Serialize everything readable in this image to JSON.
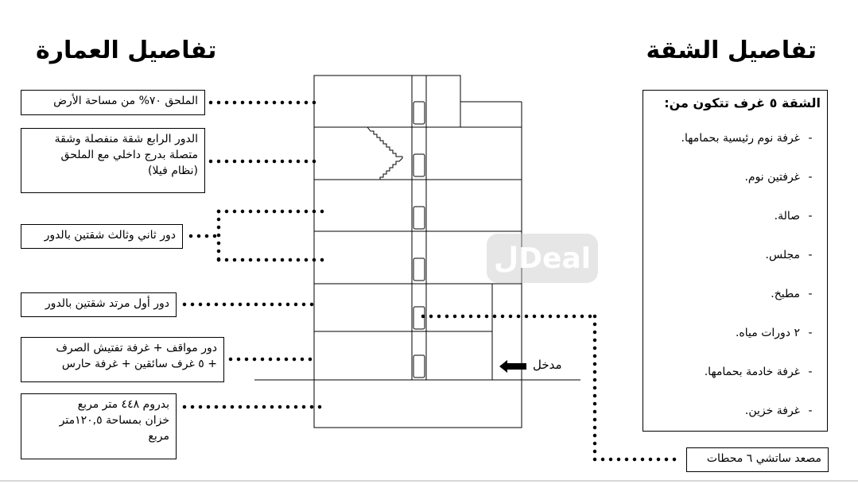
{
  "titles": {
    "building": "تفاصيل العمارة",
    "apartment": "تفاصيل الشقة"
  },
  "building_labels": {
    "annex": "الملحق ٧٠% من مساحة الأرض",
    "fourth": [
      "الدور الرابع شقة منفصلة وشقة",
      "متصلة بدرج داخلي مع الملحق",
      "(نظام فيلا)"
    ],
    "second_third": "دور ثاني وثالث شقتين بالدور",
    "first": "دور أول مرتد شقتين بالدور",
    "ground": [
      "دور مواقف + غرفة تفتيش الصرف",
      "+ ٥ غرف سائقين + غرفة حارس"
    ],
    "basement": [
      "بدروم ٤٤٨ متر مربع",
      "خزان بمساحة ١٢٠,٥متر",
      "مربع"
    ]
  },
  "entrance_label": "مدخل",
  "elevator_label": "مصعد ساتشي ٦ محطات",
  "watermark": "لDeal",
  "apartment": {
    "heading": "الشقة ٥ غرف تتكون من:",
    "dash": "-",
    "items": [
      "غرفة نوم رئيسية بحمامها.",
      "غرفتين نوم.",
      "صالة.",
      "مجلس.",
      "مطبخ.",
      "٢ دورات مياه.",
      "غرفة خادمة بحمامها.",
      "غرفة خزين."
    ]
  }
}
